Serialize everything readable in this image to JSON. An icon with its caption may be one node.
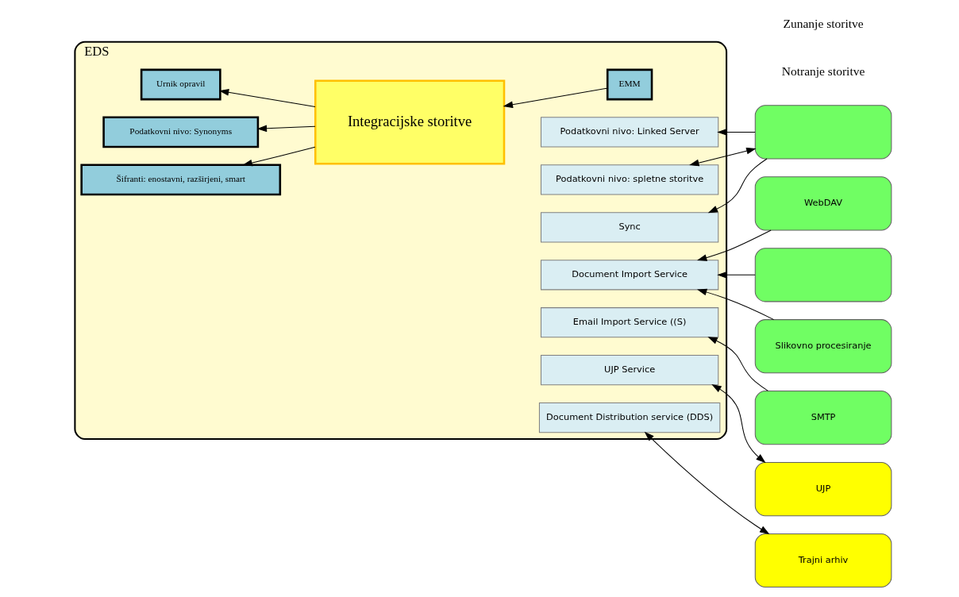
{
  "diagram": {
    "nodes": [
      {
        "text": [
          "EDS"
        ]
      },
      {
        "text": [
          "EMM"
        ],
        "in": 0
      },
      {
        "text": [
          "Integracijske storitve"
        ],
        "in": 0
      },
      {
        "text": [
          "Šifranti: enostavni, razširjeni, smart"
        ],
        "in": 0
      },
      {
        "text": [
          "Podatkovni nivo: Synonyms"
        ],
        "in": 0
      },
      {
        "text": [
          "Urnik opravil"
        ],
        "in": 0
      },
      {
        "text": [
          "Sync"
        ],
        "in": 0
      },
      {
        "text": [
          "Podatkovni nivo: Linked Server"
        ],
        "in": 0
      },
      {
        "text": [
          "Podatkovni nivo: spletne storitve"
        ],
        "in": 0
      },
      {
        "text": [
          "Email Import Service ((S)"
        ],
        "in": 0
      },
      {
        "text": [
          "Document Import Service"
        ],
        "in": 0
      },
      {
        "text": [
          "UJP Service"
        ],
        "in": 0
      },
      {
        "text": [
          "Document Distribution service (DDS)"
        ],
        "in": 0
      },
      {
        "text": [],
        "shape": "box"
      },
      {
        "text": [
          "WebDAV"
        ]
      },
      {
        "text": [],
        "shape": "box"
      },
      {
        "text": [
          "SMTP"
        ]
      },
      {
        "text": [
          "Slikovno procesiranje"
        ]
      },
      {
        "text": [
          "UJP"
        ]
      },
      {
        "text": [
          "Trajni arhiv"
        ]
      }
    ],
    "edges": [
      {
        "from": 1,
        "to": 2,
        "arrow": "to"
      },
      {
        "from": 2,
        "to": 3,
        "arrow": "to"
      },
      {
        "from": 2,
        "to": 4,
        "arrow": "to"
      },
      {
        "from": 2,
        "to": 5,
        "arrow": "to"
      },
      {
        "from": 13,
        "to": 6,
        "arrow": "to"
      },
      {
        "from": 13,
        "to": 7,
        "arrow": "to"
      },
      {
        "from": 13,
        "to": 8,
        "arrow": "both"
      },
      {
        "from": 16,
        "to": 9,
        "arrow": "to"
      },
      {
        "from": 17,
        "to": 10,
        "arrow": "to"
      },
      {
        "from": 14,
        "to": 10,
        "arrow": "to"
      },
      {
        "from": 15,
        "to": 10,
        "arrow": "to"
      },
      {
        "from": 18,
        "to": 11,
        "arrow": "both"
      },
      {
        "from": 19,
        "to": 12,
        "arrow": "both"
      }
    ],
    "labels": [
      "Notranje storitve",
      "Zunanje storitve"
    ]
  }
}
